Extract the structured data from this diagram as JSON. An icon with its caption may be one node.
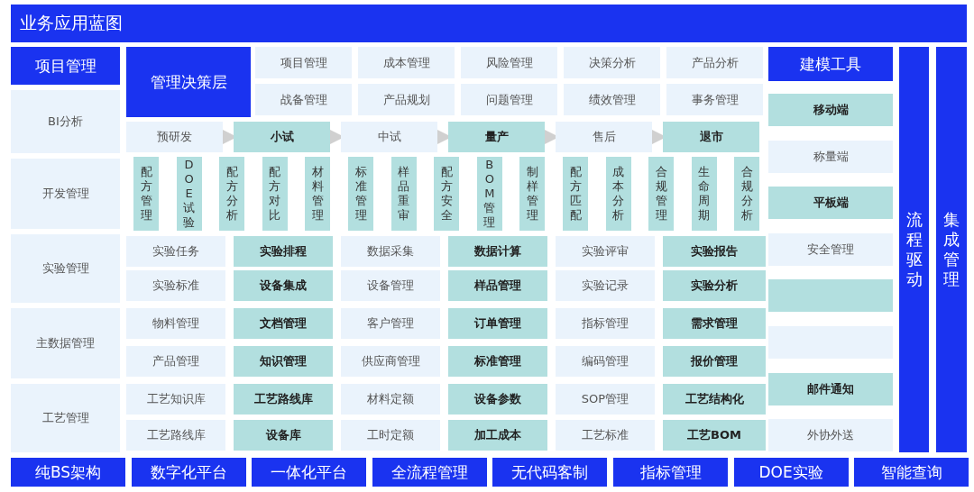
{
  "diagram": {
    "title": "业务应用蓝图",
    "nodes": [
      {
        "text": [
          "项目管理"
        ]
      },
      {
        "text": [
          "BI分析"
        ]
      },
      {
        "text": [
          "开发管理"
        ]
      },
      {
        "text": [
          "实验管理"
        ]
      },
      {
        "text": [
          "主数据管理"
        ]
      },
      {
        "text": [
          "工艺管理"
        ]
      },
      {
        "text": [
          "管理决策层"
        ]
      },
      {
        "text": [
          "项目管理"
        ]
      },
      {
        "text": [
          "成本管理"
        ]
      },
      {
        "text": [
          "风险管理"
        ]
      },
      {
        "text": [
          "决策分析"
        ]
      },
      {
        "text": [
          "产品分析"
        ]
      },
      {
        "text": [
          "战备管理"
        ]
      },
      {
        "text": [
          "产品规划"
        ]
      },
      {
        "text": [
          "问题管理"
        ]
      },
      {
        "text": [
          "绩效管理"
        ]
      },
      {
        "text": [
          "事务管理"
        ]
      },
      {
        "text": [
          "预研发"
        ]
      },
      {
        "text": [
          "小试"
        ]
      },
      {
        "text": [
          "中试"
        ]
      },
      {
        "text": [
          "量产"
        ]
      },
      {
        "text": [
          "售后"
        ]
      },
      {
        "text": [
          "退市"
        ]
      },
      {
        "text": [
          "配方管理"
        ]
      },
      {
        "text": [
          "DOE试验"
        ]
      },
      {
        "text": [
          "配方分析"
        ]
      },
      {
        "text": [
          "配方对比"
        ]
      },
      {
        "text": [
          "材料管理"
        ]
      },
      {
        "text": [
          "标准管理"
        ]
      },
      {
        "text": [
          "样品重审"
        ]
      },
      {
        "text": [
          "配方安全"
        ]
      },
      {
        "text": [
          "BOM管理"
        ]
      },
      {
        "text": [
          "制样管理"
        ]
      },
      {
        "text": [
          "配方匹配"
        ]
      },
      {
        "text": [
          "成本分析"
        ]
      },
      {
        "text": [
          "合规管理"
        ]
      },
      {
        "text": [
          "生命周期"
        ]
      },
      {
        "text": [
          "合规分析"
        ]
      },
      {
        "text": [
          "实验任务"
        ]
      },
      {
        "text": [
          "实验排程"
        ]
      },
      {
        "text": [
          "数据采集"
        ]
      },
      {
        "text": [
          "数据计算"
        ]
      },
      {
        "text": [
          "实验评审"
        ]
      },
      {
        "text": [
          "实验报告"
        ]
      },
      {
        "text": [
          "实验标准"
        ]
      },
      {
        "text": [
          "设备集成"
        ]
      },
      {
        "text": [
          "设备管理"
        ]
      },
      {
        "text": [
          "样品管理"
        ]
      },
      {
        "text": [
          "实验记录"
        ]
      },
      {
        "text": [
          "实验分析"
        ]
      },
      {
        "text": [
          "物料管理"
        ]
      },
      {
        "text": [
          "文档管理"
        ]
      },
      {
        "text": [
          "客户管理"
        ]
      },
      {
        "text": [
          "订单管理"
        ]
      },
      {
        "text": [
          "指标管理"
        ]
      },
      {
        "text": [
          "需求管理"
        ]
      },
      {
        "text": [
          "产品管理"
        ]
      },
      {
        "text": [
          "知识管理"
        ]
      },
      {
        "text": [
          "供应商管理"
        ]
      },
      {
        "text": [
          "标准管理"
        ]
      },
      {
        "text": [
          "编码管理"
        ]
      },
      {
        "text": [
          "报价管理"
        ]
      },
      {
        "text": [
          "工艺知识库"
        ]
      },
      {
        "text": [
          "工艺路线库"
        ]
      },
      {
        "text": [
          "材料定额"
        ]
      },
      {
        "text": [
          "设备参数"
        ]
      },
      {
        "text": [
          "SOP管理"
        ]
      },
      {
        "text": [
          "工艺结构化"
        ]
      },
      {
        "text": [
          "工艺路线库"
        ]
      },
      {
        "text": [
          "设备库"
        ]
      },
      {
        "text": [
          "工时定额"
        ]
      },
      {
        "text": [
          "加工成本"
        ]
      },
      {
        "text": [
          "工艺标准"
        ]
      },
      {
        "text": [
          "工艺BOM"
        ]
      },
      {
        "text": [
          "建模工具"
        ]
      },
      {
        "text": [
          "移动端"
        ]
      },
      {
        "text": [
          "称量端"
        ]
      },
      {
        "text": [
          "平板端"
        ]
      },
      {
        "text": [
          "安全管理"
        ]
      },
      {
        "text": [],
        "shape": "box"
      },
      {
        "text": [],
        "shape": "box"
      },
      {
        "text": [
          "邮件通知"
        ]
      },
      {
        "text": [
          "外协外送"
        ]
      },
      {
        "text": [
          "流程驱动"
        ]
      },
      {
        "text": [
          "集成管理"
        ]
      },
      {
        "text": [
          "纯BS架构"
        ]
      },
      {
        "text": [
          "数字化平台"
        ]
      },
      {
        "text": [
          "一体化平台"
        ]
      },
      {
        "text": [
          "全流程管理"
        ]
      },
      {
        "text": [
          "无代码客制"
        ]
      },
      {
        "text": [
          "指标管理"
        ]
      },
      {
        "text": [
          "DOE实验"
        ]
      },
      {
        "text": [
          "智能查询"
        ]
      }
    ],
    "edges": [
      {
        "from": 17,
        "to": 18,
        "arrow": "to"
      },
      {
        "from": 18,
        "to": 19,
        "arrow": "to"
      },
      {
        "from": 19,
        "to": 20,
        "arrow": "to"
      },
      {
        "from": 20,
        "to": 21,
        "arrow": "to"
      },
      {
        "from": 21,
        "to": 22,
        "arrow": "to"
      }
    ]
  }
}
